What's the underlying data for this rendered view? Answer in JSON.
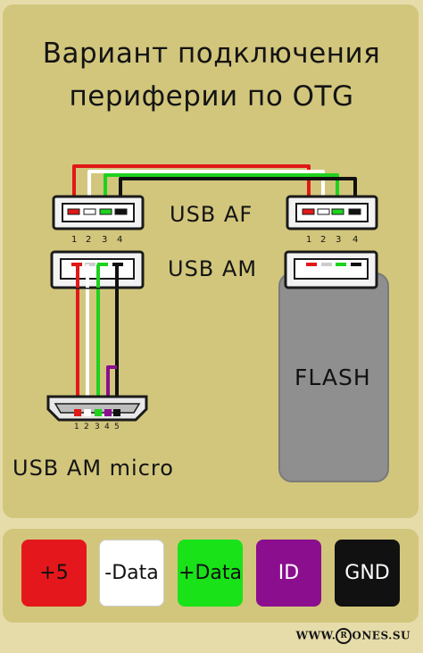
{
  "title": {
    "line1": "Вариант подключения",
    "line2": "периферии по OTG"
  },
  "labels": {
    "usb_af": "USB AF",
    "usb_am": "USB AM",
    "usb_am_micro": "USB AM micro",
    "flash": "FLASH"
  },
  "pins": {
    "af_left": [
      "1",
      "2",
      "3",
      "4"
    ],
    "af_right": [
      "1",
      "2",
      "3",
      "4"
    ],
    "micro": [
      "1",
      "2",
      "3",
      "4",
      "5"
    ]
  },
  "legend": [
    {
      "label": "+5",
      "bg": "#e4181c",
      "fg": "#111111"
    },
    {
      "label": "-Data",
      "bg": "#ffffff",
      "fg": "#111111"
    },
    {
      "label": "+Data",
      "bg": "#19e219",
      "fg": "#111111"
    },
    {
      "label": "ID",
      "bg": "#8a0e8e",
      "fg": "#ffffff"
    },
    {
      "label": "GND",
      "bg": "#111111",
      "fg": "#ffffff"
    }
  ],
  "wire_colors": {
    "red": "#e01818",
    "white": "#ffffff",
    "green": "#1ed21e",
    "black": "#111111",
    "purple": "#8a0e8e"
  },
  "watermark": {
    "prefix": "WWW.",
    "ring": "R",
    "rest": "ONES.SU"
  }
}
